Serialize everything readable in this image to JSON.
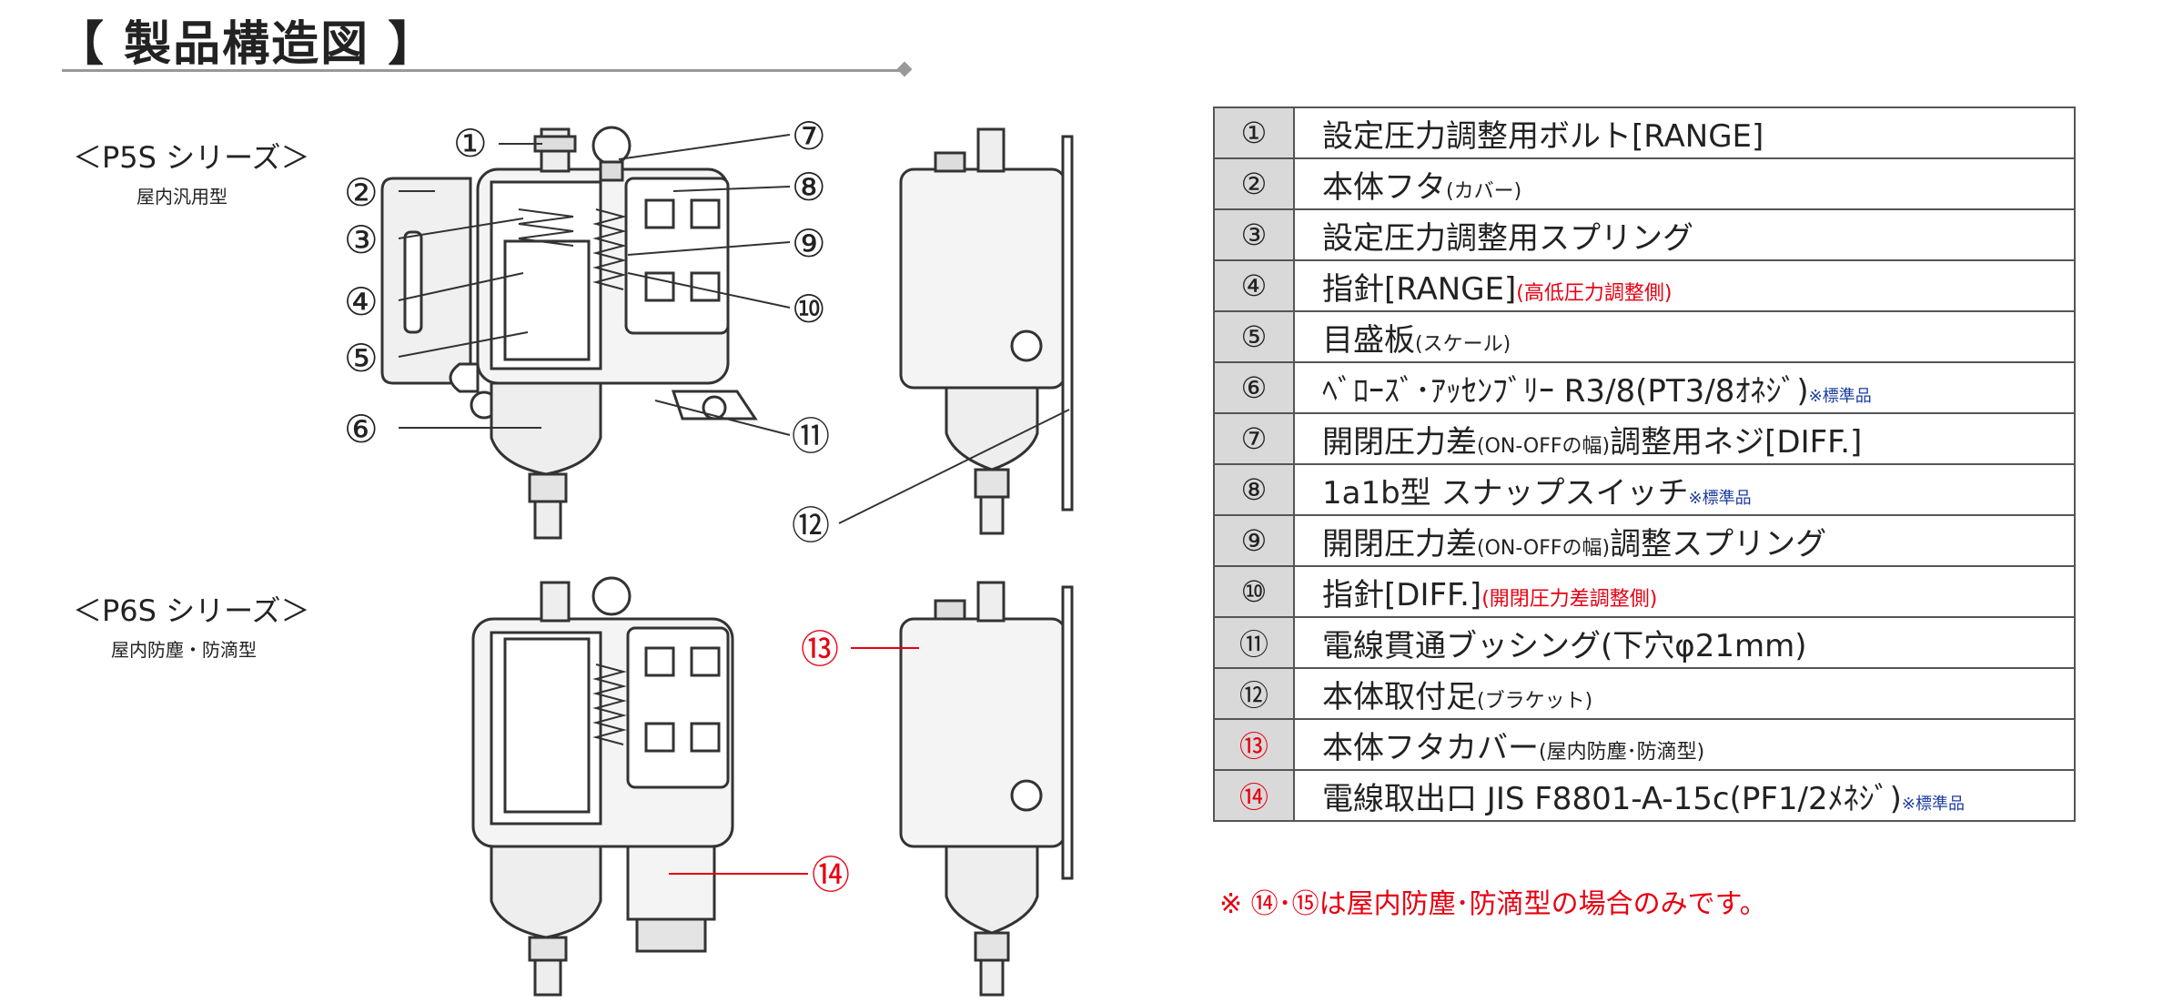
{
  "header": {
    "title": "【 製品構造図 】"
  },
  "series": [
    {
      "name": "＜P5S シリーズ＞",
      "type": "屋内汎用型"
    },
    {
      "name": "＜P6S シリーズ＞",
      "type": "屋内防塵・防滴型"
    }
  ],
  "callouts": [
    "①",
    "②",
    "③",
    "④",
    "⑤",
    "⑥",
    "⑦",
    "⑧",
    "⑨",
    "⑩",
    "⑪",
    "⑫",
    "⑬",
    "⑭"
  ],
  "parts": [
    {
      "num": "①",
      "main": "設定圧力調整用ボルト[RANGE]",
      "small": "",
      "red": "",
      "blue": "",
      "num_red": false
    },
    {
      "num": "②",
      "main": "本体フタ",
      "small": "(カバー)",
      "red": "",
      "blue": "",
      "num_red": false
    },
    {
      "num": "③",
      "main": "設定圧力調整用スプリング",
      "small": "",
      "red": "",
      "blue": "",
      "num_red": false
    },
    {
      "num": "④",
      "main": "指針[RANGE]",
      "small": "",
      "red": "(高低圧力調整側)",
      "blue": "",
      "num_red": false
    },
    {
      "num": "⑤",
      "main": "目盛板",
      "small": "(スケール)",
      "red": "",
      "blue": "",
      "num_red": false
    },
    {
      "num": "⑥",
      "main": "ﾍﾞﾛｰｽﾞ･ｱｯｾﾝﾌﾞﾘｰ R3/8(PT3/8ｵﾈｼﾞ)",
      "small": "",
      "red": "",
      "blue": "※標準品",
      "num_red": false
    },
    {
      "num": "⑦",
      "main": "開閉圧力差",
      "small": "(ON-OFFの幅)",
      "main2": "調整用ネジ[DIFF.]",
      "red": "",
      "blue": "",
      "num_red": false
    },
    {
      "num": "⑧",
      "main": "1a1b型 スナップスイッチ",
      "small": "",
      "red": "",
      "blue": "※標準品",
      "num_red": false
    },
    {
      "num": "⑨",
      "main": "開閉圧力差",
      "small": "(ON-OFFの幅)",
      "main2": "調整スプリング",
      "red": "",
      "blue": "",
      "num_red": false
    },
    {
      "num": "⑩",
      "main": "指針[DIFF.]",
      "small": "",
      "red": "(開閉圧力差調整側)",
      "blue": "",
      "num_red": false
    },
    {
      "num": "⑪",
      "main": "電線貫通ブッシング(下穴φ21mm)",
      "small": "",
      "red": "",
      "blue": "",
      "num_red": false
    },
    {
      "num": "⑫",
      "main": "本体取付足",
      "small": "(ブラケット)",
      "red": "",
      "blue": "",
      "num_red": false
    },
    {
      "num": "⑬",
      "main": "本体フタカバー",
      "small": "(屋内防塵･防滴型)",
      "red": "",
      "blue": "",
      "num_red": true
    },
    {
      "num": "⑭",
      "main": "電線取出口 JIS F8801-A-15c(PF1/2ﾒﾈｼﾞ)",
      "small": "",
      "red": "",
      "blue": "※標準品",
      "num_red": true
    }
  ],
  "footnote": "※  ⑭･⑮は屋内防塵･防滴型の場合のみです。",
  "colors": {
    "accent_red": "#e60012",
    "note_blue": "#1a3ca0",
    "table_num_bg": "#d9d9d9",
    "line": "#333333"
  }
}
